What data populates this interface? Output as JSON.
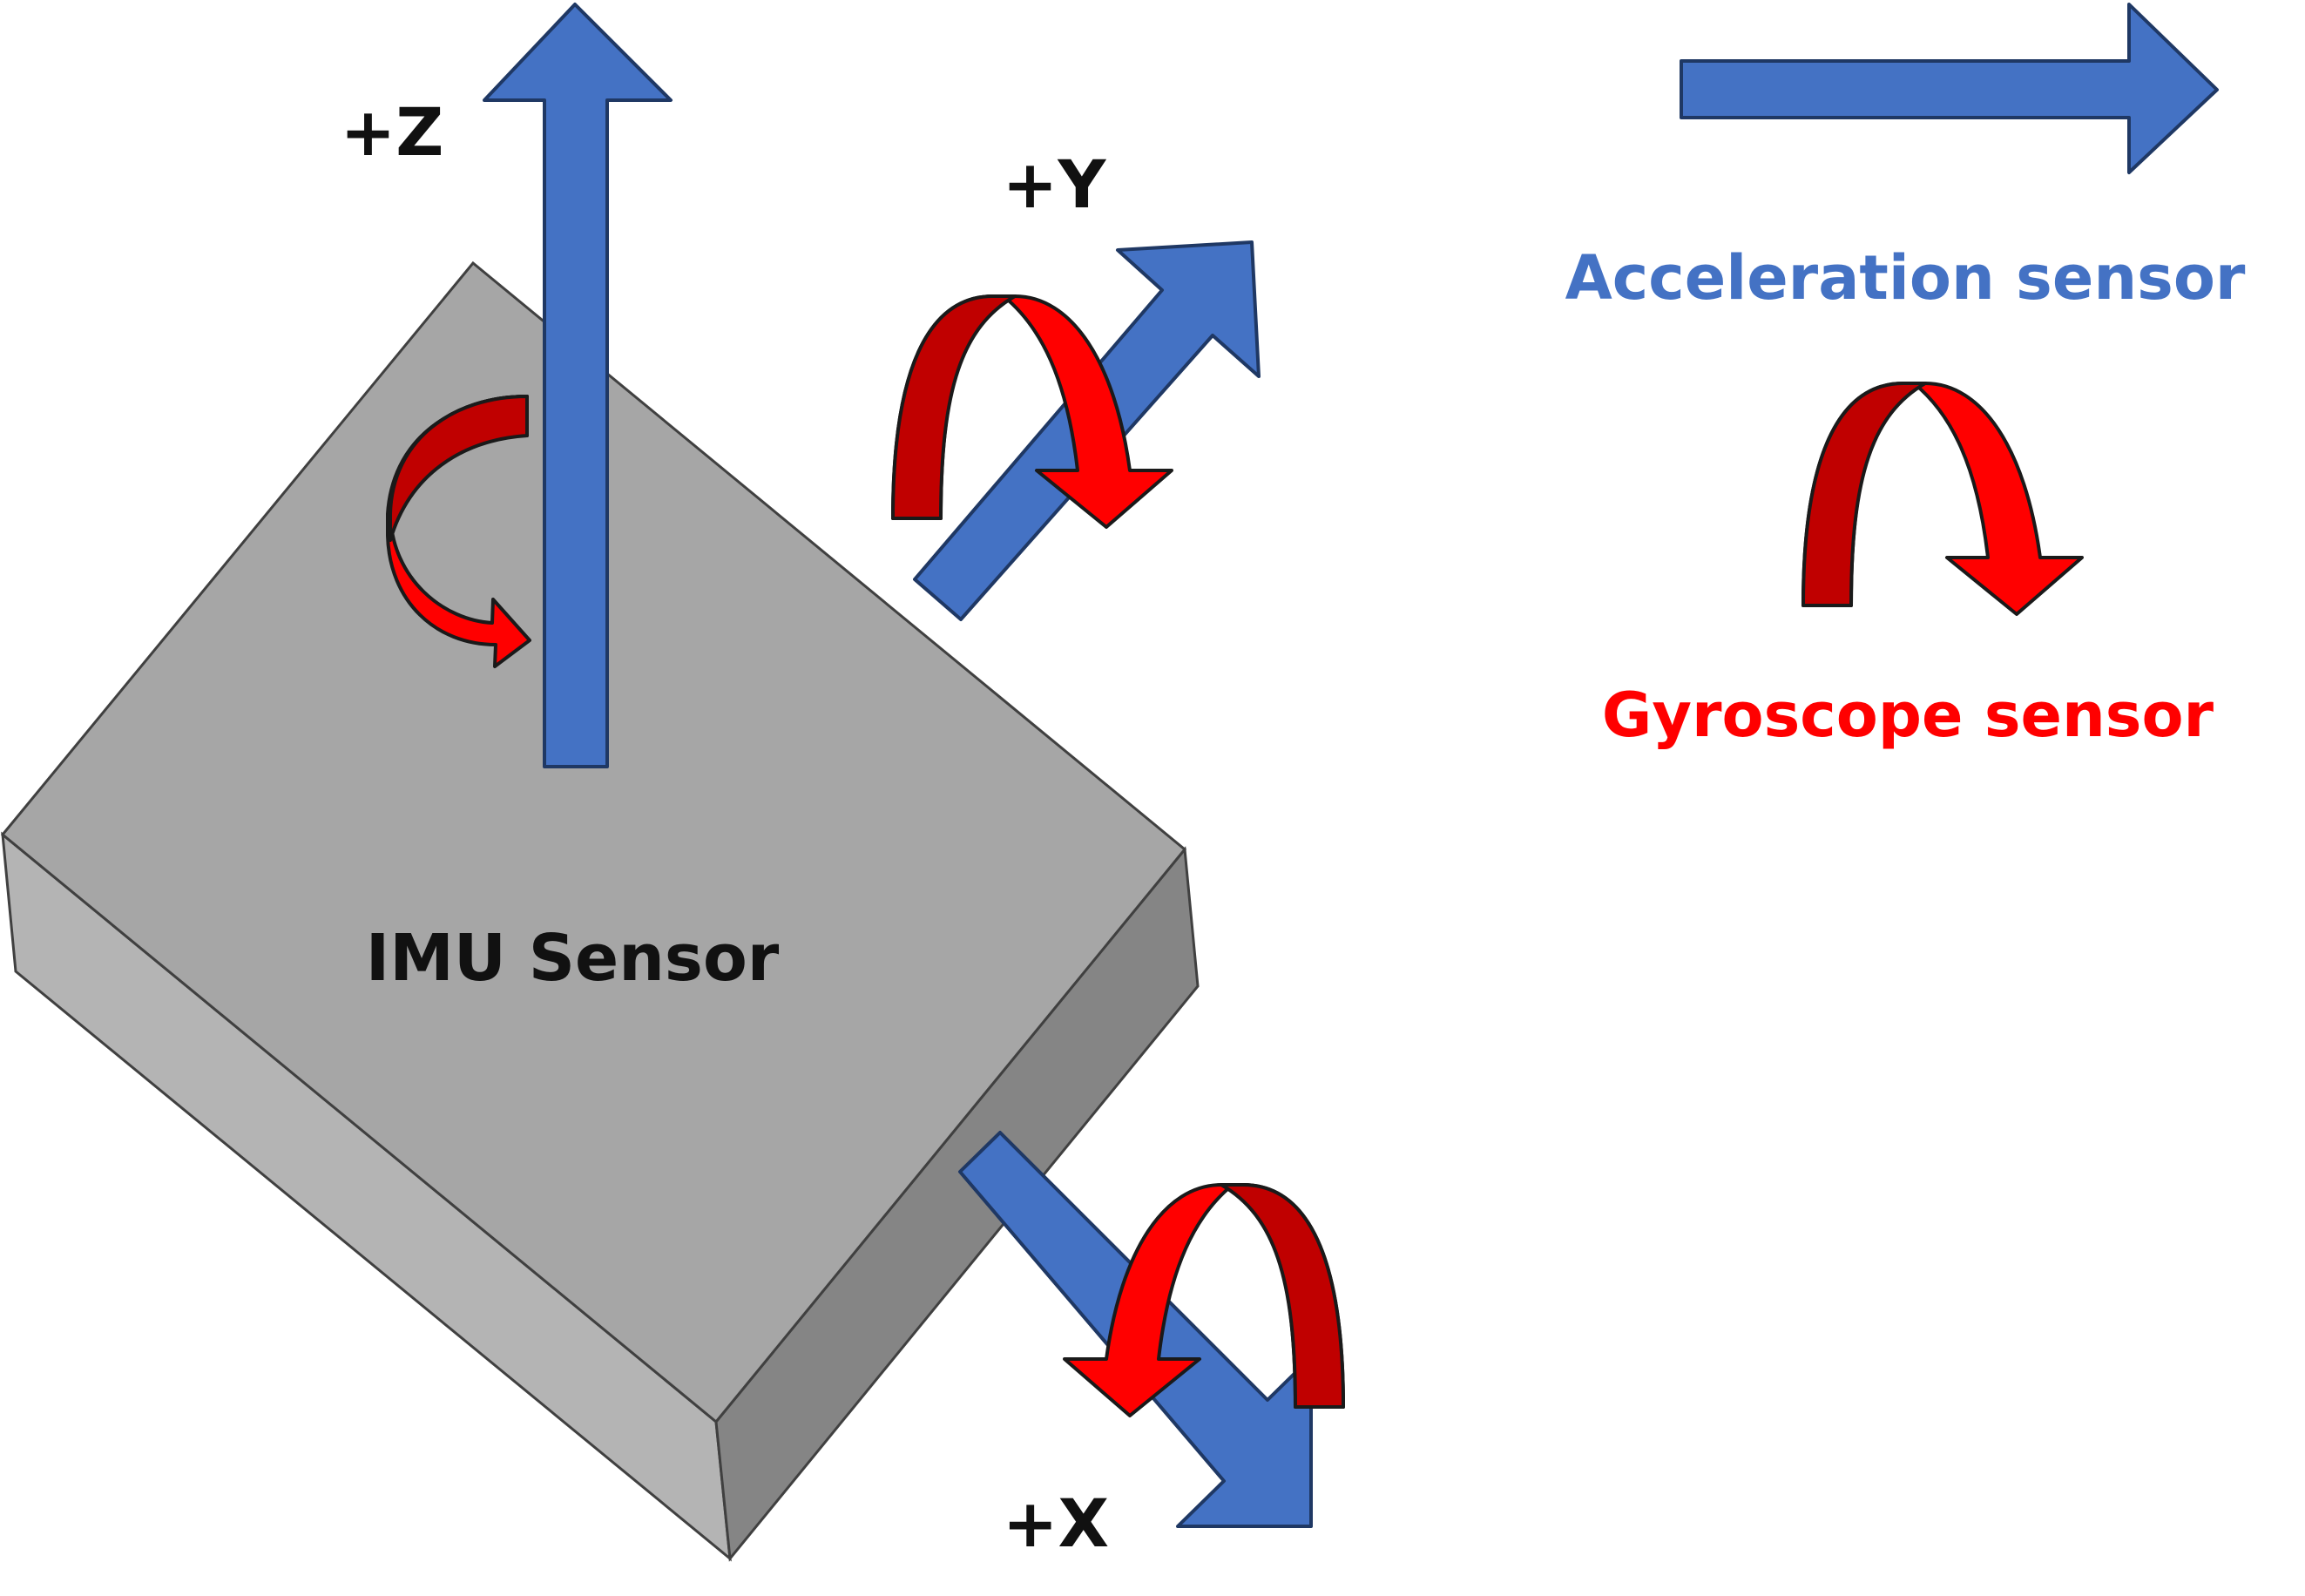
{
  "sensor_block": {
    "label": "IMU Sensor"
  },
  "axes": {
    "z": {
      "label": "+Z"
    },
    "y": {
      "label": "+Y"
    },
    "x": {
      "label": "+X"
    }
  },
  "legend": {
    "acceleration": {
      "label": "Acceleration sensor"
    },
    "gyroscope": {
      "label": "Gyroscope sensor"
    }
  },
  "colors": {
    "acceleration_blue": "#4472C4",
    "gyroscope_red": "#FF0000",
    "gyroscope_dark_red": "#C00000",
    "block_top": "#A6A6A6",
    "block_left": "#B4B4B4",
    "block_right": "#858585"
  },
  "icons": {
    "acceleration": "straight-arrow-icon",
    "gyroscope": "curved-rotation-arrow-icon"
  }
}
